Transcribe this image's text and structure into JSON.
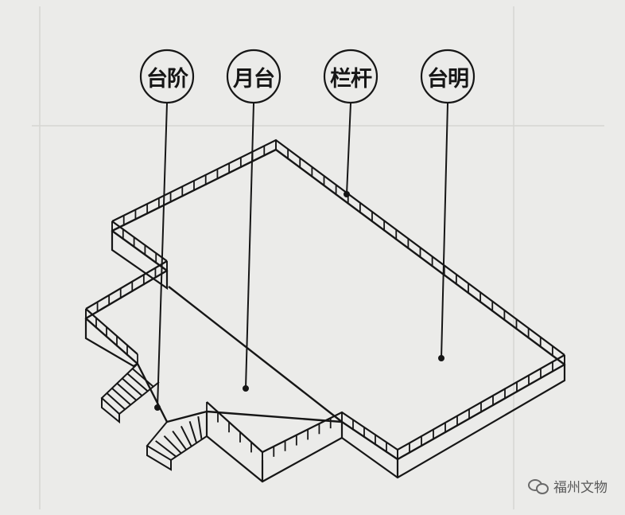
{
  "callouts": [
    {
      "id": "taijie",
      "label": "台阶"
    },
    {
      "id": "yuetai",
      "label": "月台"
    },
    {
      "id": "langan",
      "label": "栏杆"
    },
    {
      "id": "taiming",
      "label": "台明"
    }
  ],
  "watermark": {
    "text": "福州文物",
    "icon": "wechat-icon"
  },
  "colors": {
    "ink": "#161616",
    "paper": "#ebebe9",
    "faint": "#d2d2cf"
  }
}
